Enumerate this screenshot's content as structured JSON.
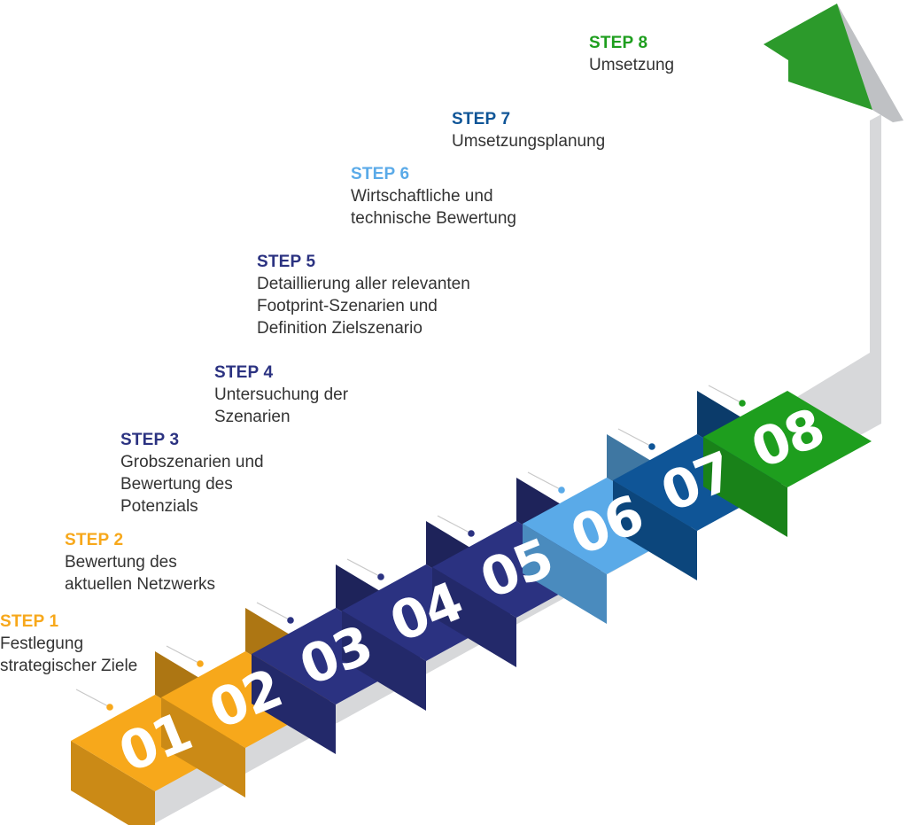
{
  "steps": [
    {
      "title": "STEP 1",
      "description": "Festlegung\nstrategischer Ziele",
      "number": "01",
      "color": "#f7a81b"
    },
    {
      "title": "STEP 2",
      "description": "Bewertung des\naktuellen Netzwerks",
      "number": "02",
      "color": "#f7a81b"
    },
    {
      "title": "STEP 3",
      "description": "Grobszenarien und\nBewertung des\nPotenzials",
      "number": "03",
      "color": "#2b3281"
    },
    {
      "title": "STEP 4",
      "description": "Untersuchung der\nSzenarien",
      "number": "04",
      "color": "#2b3281"
    },
    {
      "title": "STEP 5",
      "description": "Detaillierung aller relevanten\nFootprint-Szenarien und\nDefinition Zielszenario",
      "number": "05",
      "color": "#2b3281"
    },
    {
      "title": "STEP 6",
      "description": "Wirtschaftliche und\ntechnische Bewertung",
      "number": "06",
      "color": "#5aaae8"
    },
    {
      "title": "STEP 7",
      "description": "Umsetzungsplanung",
      "number": "07",
      "color": "#0f5597"
    },
    {
      "title": "STEP 8",
      "description": "Umsetzung",
      "number": "08",
      "color": "#1e9e1e"
    }
  ]
}
